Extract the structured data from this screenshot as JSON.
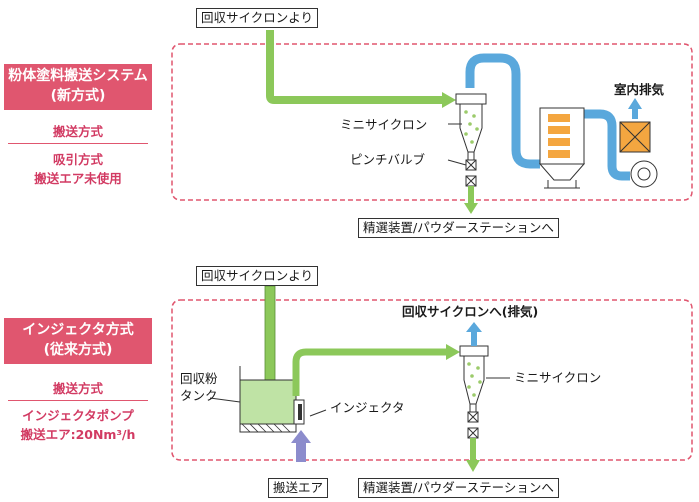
{
  "new_system": {
    "title_line1": "粉体塗料搬送システム",
    "title_line2": "(新方式)",
    "method_heading": "搬送方式",
    "method_line1": "吸引方式",
    "method_line2": "搬送エア未使用",
    "inlet_label": "回収サイクロンより",
    "mini_cyclone_label": "ミニサイクロン",
    "pinch_valve_label": "ピンチバルブ",
    "exhaust_label": "室内排気",
    "outlet_label": "精選装置/パウダーステーションへ"
  },
  "old_system": {
    "title_line1": "インジェクタ方式",
    "title_line2": "(従来方式)",
    "method_heading": "搬送方式",
    "method_line1": "インジェクタポンプ",
    "method_line2": "搬送エア:20Nm³/h",
    "inlet_label": "回収サイクロンより",
    "exhaust_label": "回収サイクロンへ(排気)",
    "tank_label_line1": "回収粉",
    "tank_label_line2": "タンク",
    "injector_label": "インジェクタ",
    "mini_cyclone_label": "ミニサイクロン",
    "air_label": "搬送エア",
    "outlet_label": "精選装置/パウダーステーションへ"
  },
  "colors": {
    "accent_pink": "#e0566f",
    "accent_text": "#d23b63",
    "flow_green": "#8cc85a",
    "exhaust_blue": "#5aa8dc",
    "air_purple": "#8c8ccc",
    "filter_orange": "#f4a640",
    "dust_green": "#9ccb6b"
  }
}
